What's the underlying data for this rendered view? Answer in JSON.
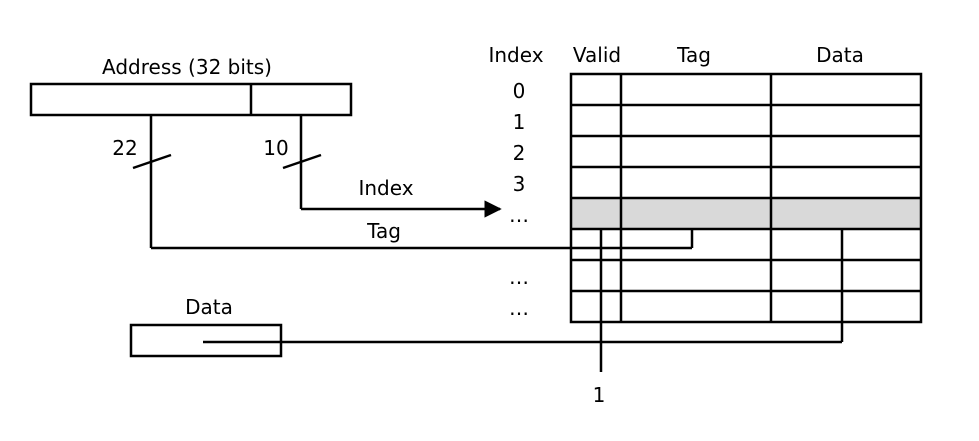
{
  "address_label": "Address (32 bits)",
  "tag_width": "22",
  "index_width": "10",
  "index_wire_label": "Index",
  "tag_wire_label": "Tag",
  "data_label": "Data",
  "valid_input": "1",
  "table": {
    "headers": {
      "index": "Index",
      "valid": "Valid",
      "tag": "Tag",
      "data": "Data"
    },
    "row_indices": [
      "0",
      "1",
      "2",
      "3",
      "…",
      "",
      "…",
      "…"
    ],
    "selected_row": 4
  }
}
